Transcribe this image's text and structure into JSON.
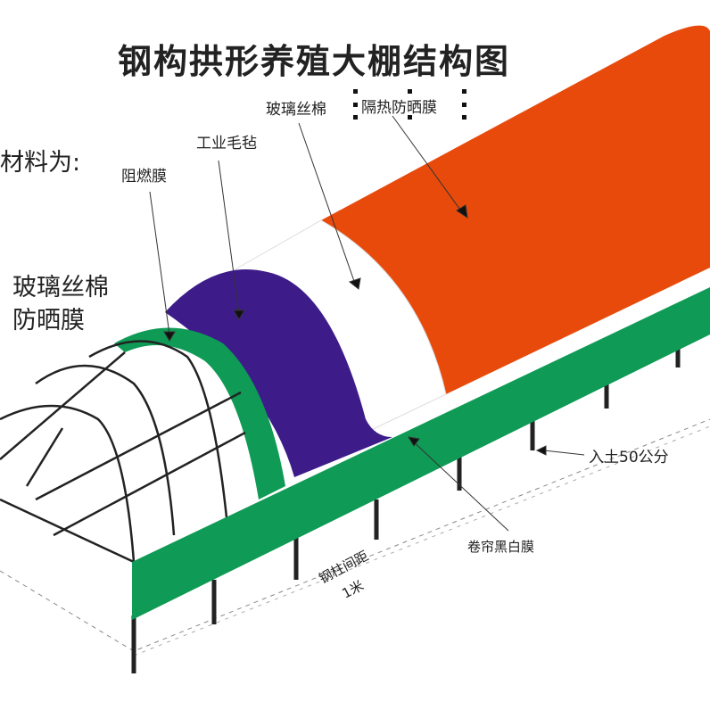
{
  "title": "钢构拱形养殖大棚结构图",
  "side_text": [
    "材料为:",
    "玻璃丝棉",
    "防晒膜"
  ],
  "labels": {
    "glass_wool": "玻璃丝棉",
    "sunshade": "隔热防晒膜",
    "felt": "工业毛毡",
    "flame_retardant": "阻燃膜",
    "soil_depth": "入土50公分",
    "roller_film": "卷帘黑白膜",
    "post_spacing_1": "钢柱间距",
    "post_spacing_2": "1米"
  },
  "colors": {
    "orange": "#e84a0c",
    "purple": "#3d1c8a",
    "green": "#0f9a55",
    "white": "#ffffff",
    "frame": "#222222"
  }
}
